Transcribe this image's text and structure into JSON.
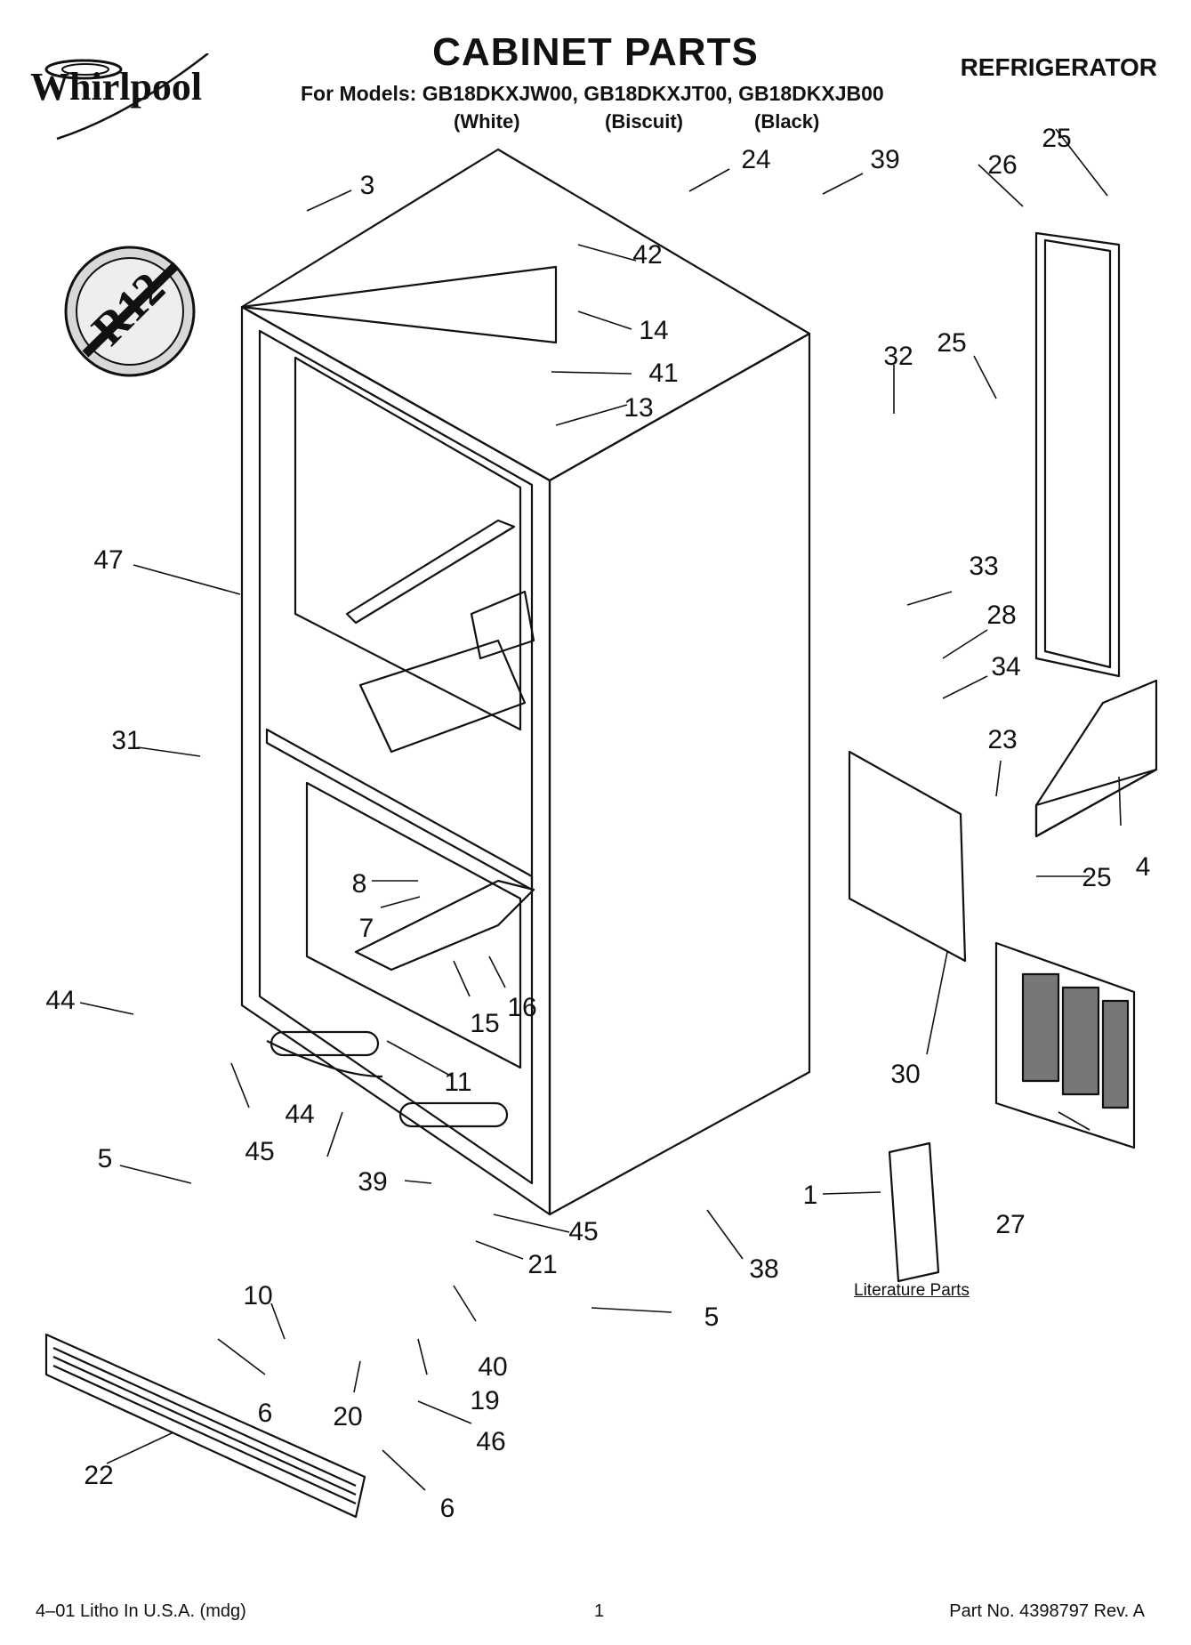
{
  "header": {
    "brand": "Whirlpool",
    "title": "CABINET PARTS",
    "category": "REFRIGERATOR",
    "models_line": "For Models: GB18DKXJW00, GB18DKXJT00, GB18DKXJB00",
    "variants": [
      "(White)",
      "(Biscuit)",
      "(Black)"
    ]
  },
  "diagram": {
    "badge_text": "R12",
    "literature_label": "Literature Parts",
    "callouts": [
      "3",
      "24",
      "39",
      "42",
      "14",
      "41",
      "13",
      "26",
      "25",
      "25",
      "32",
      "47",
      "33",
      "28",
      "34",
      "31",
      "23",
      "4",
      "25",
      "8",
      "7",
      "16",
      "15",
      "44",
      "11",
      "30",
      "45",
      "5",
      "44",
      "39",
      "45",
      "21",
      "27",
      "38",
      "1",
      "10",
      "5",
      "40",
      "6",
      "19",
      "20",
      "46",
      "22",
      "6"
    ]
  },
  "footer": {
    "left": "4–01 Litho In U.S.A. (mdg)",
    "center": "1",
    "right": "Part No. 4398797 Rev. A"
  },
  "colors": {
    "ink": "#111111",
    "paper": "#ffffff",
    "screen": "#888888"
  }
}
